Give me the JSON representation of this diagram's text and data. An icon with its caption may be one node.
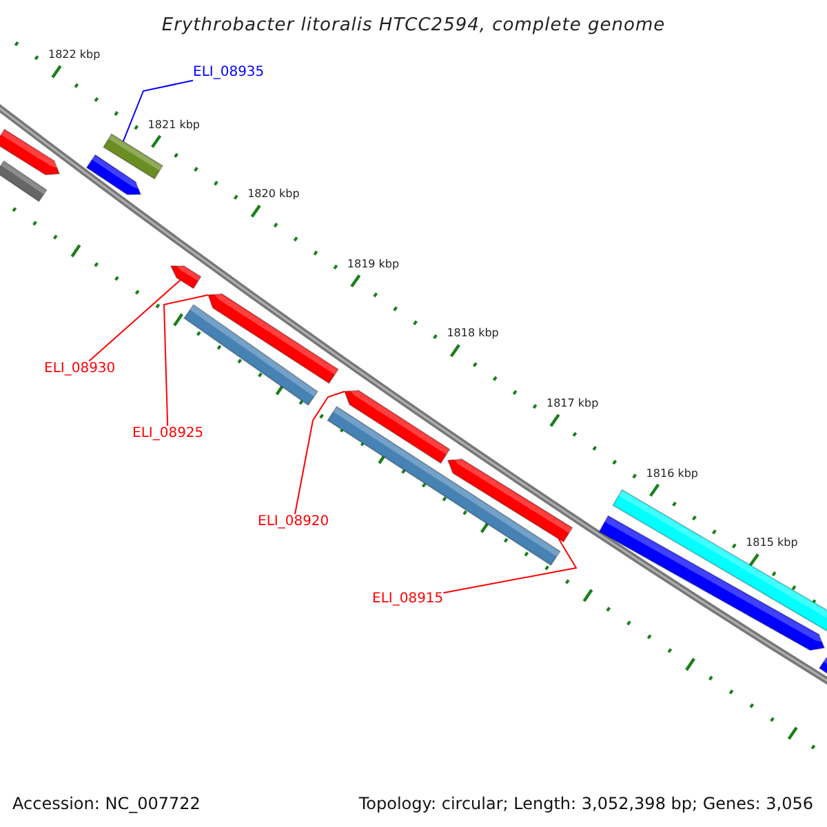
{
  "diagram": {
    "title": "Erythrobacter litoralis HTCC2594, complete genome",
    "nodes": [
      {
        "text": [
          "ELI_08935"
        ]
      },
      {
        "text": [
          "ELI_08930"
        ]
      },
      {
        "text": [
          "ELI_08925"
        ]
      },
      {
        "text": [
          "ELI_08920"
        ]
      },
      {
        "text": [
          "ELI_08915"
        ]
      },
      {
        "text": [],
        "shape": "bar"
      },
      {
        "text": [],
        "shape": "bar"
      },
      {
        "text": [],
        "shape": "bar"
      },
      {
        "text": [],
        "shape": "bar"
      },
      {
        "text": [],
        "shape": "bar"
      },
      {
        "text": [],
        "shape": "bar"
      },
      {
        "text": [],
        "shape": "bar"
      },
      {
        "text": [],
        "shape": "bar"
      },
      {
        "text": [],
        "shape": "bar"
      },
      {
        "text": [],
        "shape": "bar"
      },
      {
        "text": [],
        "shape": "bar"
      },
      {
        "text": [],
        "shape": "bar"
      },
      {
        "text": [],
        "shape": "bar"
      }
    ],
    "edges": [
      {
        "from": 0,
        "to": 7,
        "arrow": "none",
        "color": "#0000ff"
      },
      {
        "from": 1,
        "to": 9,
        "arrow": "none"
      },
      {
        "from": 2,
        "to": 10,
        "arrow": "none"
      },
      {
        "from": 3,
        "to": 12,
        "arrow": "none"
      },
      {
        "from": 4,
        "to": 14,
        "arrow": "none"
      }
    ],
    "labels": [
      "1822 kbp",
      "1821 kbp",
      "1820 kbp",
      "1819 kbp",
      "1818 kbp",
      "1817 kbp",
      "1816 kbp",
      "1815 kbp",
      "Accession: NC_007722",
      "Topology: circular; Length: 3,052,398 bp; Genes: 3,056"
    ]
  }
}
